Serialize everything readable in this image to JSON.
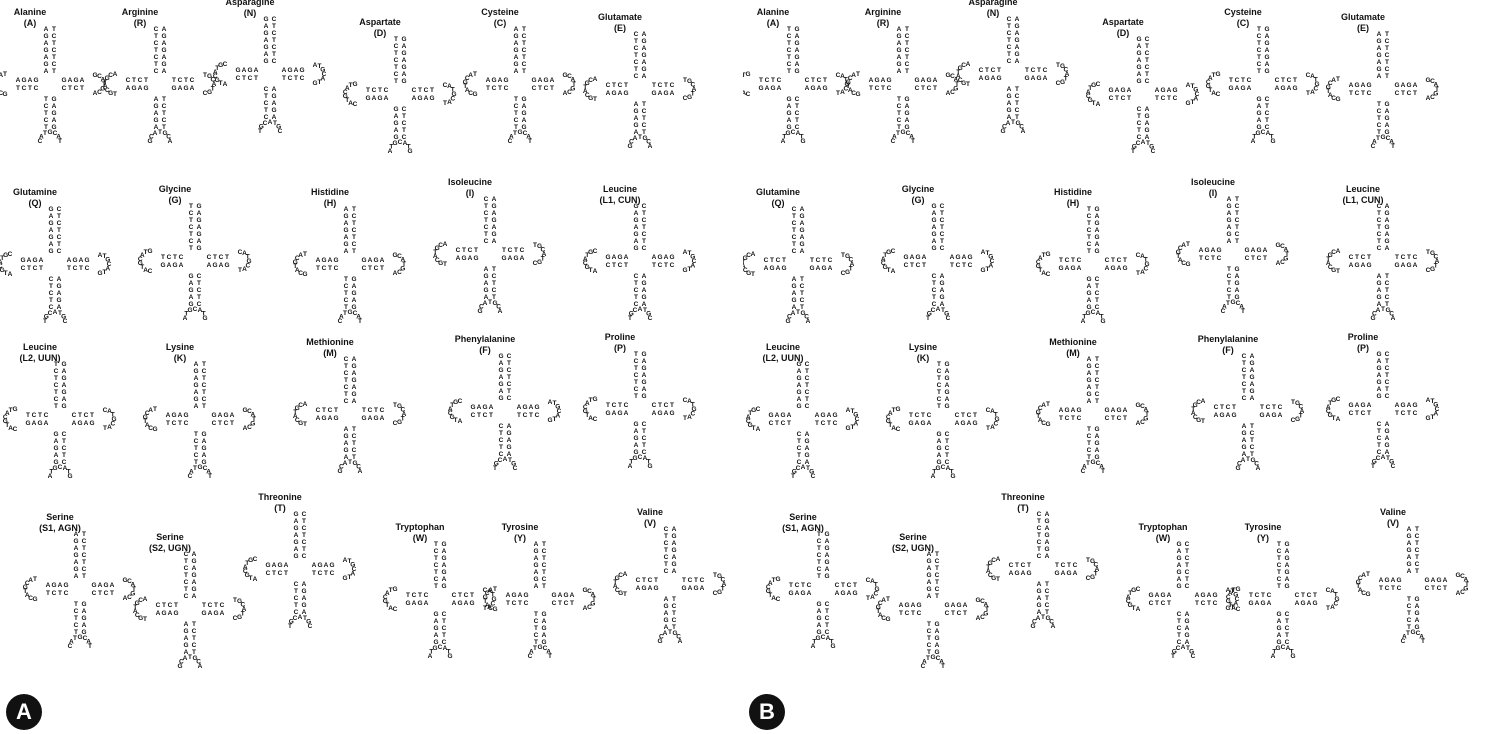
{
  "panels": [
    {
      "badge": "A",
      "structures": [
        {
          "name": "Alanine",
          "code": "(A)"
        },
        {
          "name": "Arginine",
          "code": "(R)"
        },
        {
          "name": "Asparagine",
          "code": "(N)"
        },
        {
          "name": "Aspartate",
          "code": "(D)"
        },
        {
          "name": "Cysteine",
          "code": "(C)"
        },
        {
          "name": "Glutamate",
          "code": "(E)"
        },
        {
          "name": "Glutamine",
          "code": "(Q)"
        },
        {
          "name": "Glycine",
          "code": "(G)"
        },
        {
          "name": "Histidine",
          "code": "(H)"
        },
        {
          "name": "Isoleucine",
          "code": "(I)"
        },
        {
          "name": "Leucine",
          "code": "(L1, CUN)"
        },
        {
          "name": "Leucine",
          "code": "(L2, UUN)"
        },
        {
          "name": "Lysine",
          "code": "(K)"
        },
        {
          "name": "Methionine",
          "code": "(M)"
        },
        {
          "name": "Phenylalanine",
          "code": "(F)"
        },
        {
          "name": "Proline",
          "code": "(P)"
        },
        {
          "name": "Serine",
          "code": "(S1, AGN)"
        },
        {
          "name": "Serine",
          "code": "(S2, UGN)"
        },
        {
          "name": "Threonine",
          "code": "(T)"
        },
        {
          "name": "Tryptophan",
          "code": "(W)"
        },
        {
          "name": "Tyrosine",
          "code": "(Y)"
        },
        {
          "name": "Valine",
          "code": "(V)"
        }
      ]
    },
    {
      "badge": "B",
      "structures": [
        {
          "name": "Alanine",
          "code": "(A)"
        },
        {
          "name": "Arginine",
          "code": "(R)"
        },
        {
          "name": "Asparagine",
          "code": "(N)"
        },
        {
          "name": "Aspartate",
          "code": "(D)"
        },
        {
          "name": "Cysteine",
          "code": "(C)"
        },
        {
          "name": "Glutamate",
          "code": "(E)"
        },
        {
          "name": "Glutamine",
          "code": "(Q)"
        },
        {
          "name": "Glycine",
          "code": "(G)"
        },
        {
          "name": "Histidine",
          "code": "(H)"
        },
        {
          "name": "Isoleucine",
          "code": "(I)"
        },
        {
          "name": "Leucine",
          "code": "(L1, CUN)"
        },
        {
          "name": "Leucine",
          "code": "(L2, UUN)"
        },
        {
          "name": "Lysine",
          "code": "(K)"
        },
        {
          "name": "Methionine",
          "code": "(M)"
        },
        {
          "name": "Phenylalanine",
          "code": "(F)"
        },
        {
          "name": "Proline",
          "code": "(P)"
        },
        {
          "name": "Serine",
          "code": "(S1, AGN)"
        },
        {
          "name": "Serine",
          "code": "(S2, UGN)"
        },
        {
          "name": "Threonine",
          "code": "(T)"
        },
        {
          "name": "Tryptophan",
          "code": "(W)"
        },
        {
          "name": "Tyrosine",
          "code": "(Y)"
        },
        {
          "name": "Valine",
          "code": "(V)"
        }
      ]
    }
  ],
  "nucleotides": [
    "A",
    "T",
    "G",
    "C"
  ],
  "colors": {
    "ink": "#111111",
    "badge_bg": "#111111",
    "badge_text": "#ffffff",
    "background": "#ffffff"
  }
}
